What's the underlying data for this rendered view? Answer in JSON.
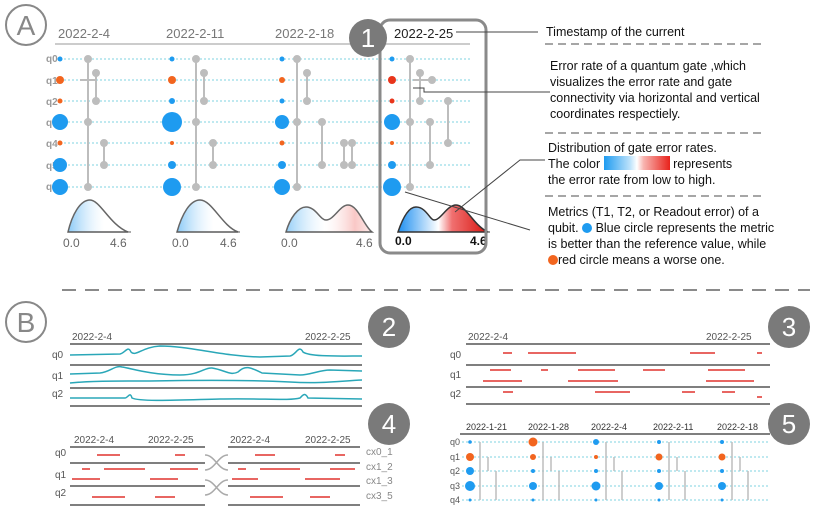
{
  "panelA": {
    "label": "A",
    "dates": [
      "2022-2-4",
      "2022-2-11",
      "2022-2-18",
      "2022-2-25"
    ],
    "qubits": [
      "q0",
      "q1",
      "q2",
      "q3",
      "q4",
      "q5",
      "q6"
    ],
    "axis_min": "0.0",
    "axis_max": "4.6"
  },
  "badges": [
    "1",
    "2",
    "3",
    "4",
    "5"
  ],
  "annotations": {
    "timestamp": "Timestamp of the current",
    "error_rate": [
      "Error rate of a quantum gate ,which",
      "visualizes the error rate and gate",
      "connectivity via horizontal and vertical",
      "coordinates respectiely."
    ],
    "distribution_title": "Distribution of gate error rates.",
    "distribution_color_prefix": "The color",
    "distribution_color_suffix": "represents",
    "distribution_line3": "the error rate from low to high.",
    "metrics_line1": "Metrics (T1, T2, or Readout error) of a",
    "metrics_line2_prefix": "qubit.",
    "metrics_line2_suffix": "Blue circle represents the metric",
    "metrics_line3": "is better than the reference value, while",
    "metrics_line4": "red circle means a worse one."
  },
  "panelB": {
    "label": "B",
    "p2": {
      "date_start": "2022-2-4",
      "date_end": "2022-2-25",
      "qubits": [
        "q0",
        "q1",
        "q2"
      ]
    },
    "p3": {
      "date_start": "2022-2-4",
      "date_end": "2022-2-25",
      "qubits": [
        "q0",
        "q1",
        "q2"
      ]
    },
    "p4": {
      "left_start": "2022-2-4",
      "left_end": "2022-2-25",
      "right_start": "2022-2-4",
      "right_end": "2022-2-25",
      "qubits": [
        "q0",
        "q1",
        "q2"
      ],
      "links": [
        "cx0_1",
        "cx1_2",
        "cx1_3",
        "cx3_5"
      ]
    },
    "p5": {
      "dates": [
        "2022-1-21",
        "2022-1-28",
        "2022-2-4",
        "2022-2-11",
        "2022-2-18"
      ],
      "qubits": [
        "q0",
        "q1",
        "q2",
        "q3",
        "q4"
      ]
    }
  },
  "colors": {
    "blue": "#1e9bf0",
    "red": "#f2651f",
    "teal": "#2aa7b8",
    "line_red": "#e0332e",
    "badge": "#7a7a7a"
  }
}
